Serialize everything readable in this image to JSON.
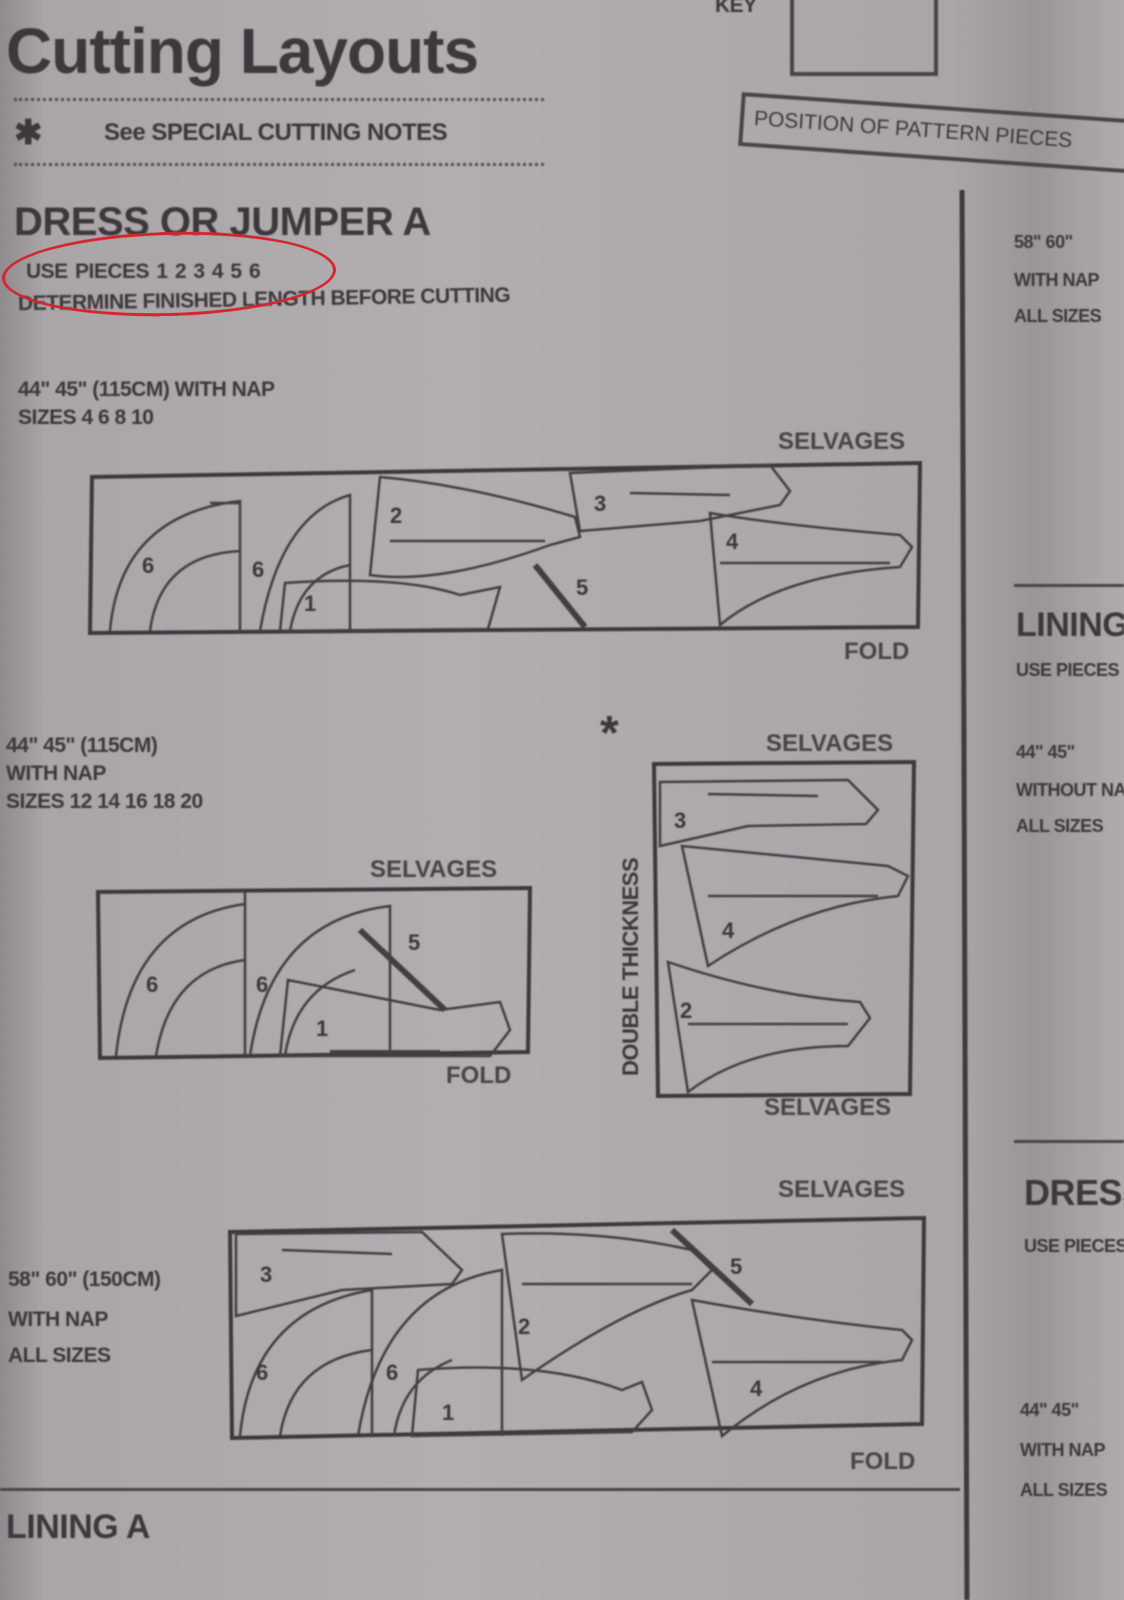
{
  "header": {
    "title": "Cutting Layouts",
    "special_notes": "See SPECIAL CUTTING NOTES",
    "key_label": "KEY",
    "key_caption": "POSITION OF PATTERN PIECES"
  },
  "section": {
    "title": "DRESS OR JUMPER A",
    "use_pieces": "USE PIECES 1 2 3 4 5 6",
    "note": "DETERMINE FINISHED LENGTH BEFORE CUTTING"
  },
  "annotation": {
    "color": "#d3262b",
    "shape": "ellipse",
    "target": "USE PIECES 1 2 3 4 5 6"
  },
  "layouts": [
    {
      "lines": [
        "44\" 45\" (115CM) WITH NAP",
        "SIZES 4 6 8 10"
      ],
      "top": "SELVAGES",
      "bottom": "FOLD",
      "pieces": [
        "6",
        "6",
        "1",
        "2",
        "3",
        "5",
        "4"
      ]
    },
    {
      "lines": [
        "44\" 45\" (115CM)",
        "WITH NAP",
        "SIZES 12 14 16 18 20"
      ],
      "top": "SELVAGES",
      "bottom": "FOLD",
      "pieces": [
        "6",
        "6",
        "5",
        "1"
      ]
    },
    {
      "special_mark": "*",
      "top": "SELVAGES",
      "bottom": "SELVAGES",
      "side": "DOUBLE THICKNESS",
      "pieces": [
        "3",
        "4",
        "2"
      ]
    },
    {
      "lines": [
        "58\" 60\" (150CM)",
        "WITH NAP",
        "ALL SIZES"
      ],
      "top": "SELVAGES",
      "bottom": "FOLD",
      "pieces": [
        "3",
        "2",
        "5",
        "6",
        "6",
        "1",
        "4"
      ]
    }
  ],
  "footer": {
    "title": "LINING A"
  },
  "right_column": [
    "58\" 60\"",
    "WITH NAP",
    "ALL SIZES",
    "LINING",
    "USE PIECES",
    "44\" 45\"",
    "WITHOUT NAP",
    "ALL SIZES",
    "DRESS",
    "USE PIECES",
    "44\" 45\"",
    "WITH NAP",
    "ALL SIZES"
  ],
  "colors": {
    "paper": "#b2adb0",
    "ink": "#3d383c",
    "annotation": "#d3262b"
  }
}
